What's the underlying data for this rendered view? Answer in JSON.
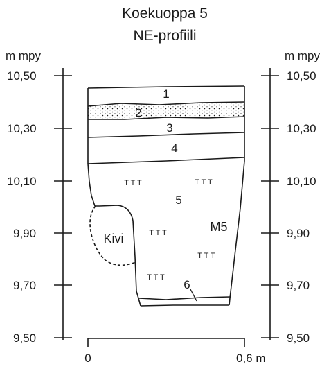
{
  "title": {
    "line1": "Koekuoppa 5",
    "line2": "NE-profiili"
  },
  "axis": {
    "unit_left": "m mpy",
    "unit_right": "m mpy",
    "ticks": [
      "10,50",
      "10,30",
      "10,10",
      "9,90",
      "9,70",
      "9,50"
    ],
    "scale_start": "0",
    "scale_end": "0,6 m"
  },
  "layers": {
    "l1": "1",
    "l2": "2",
    "l3": "3",
    "l4": "4",
    "l5": "5",
    "l6": "6"
  },
  "features": {
    "stone": "Kivi",
    "find": "M5"
  },
  "texture_marks": {
    "a": "T T T",
    "b": "T T T",
    "c": "T T T",
    "d": "T T T",
    "e": "T T T"
  },
  "colors": {
    "ink": "#1a1a1a",
    "background": "#ffffff"
  }
}
